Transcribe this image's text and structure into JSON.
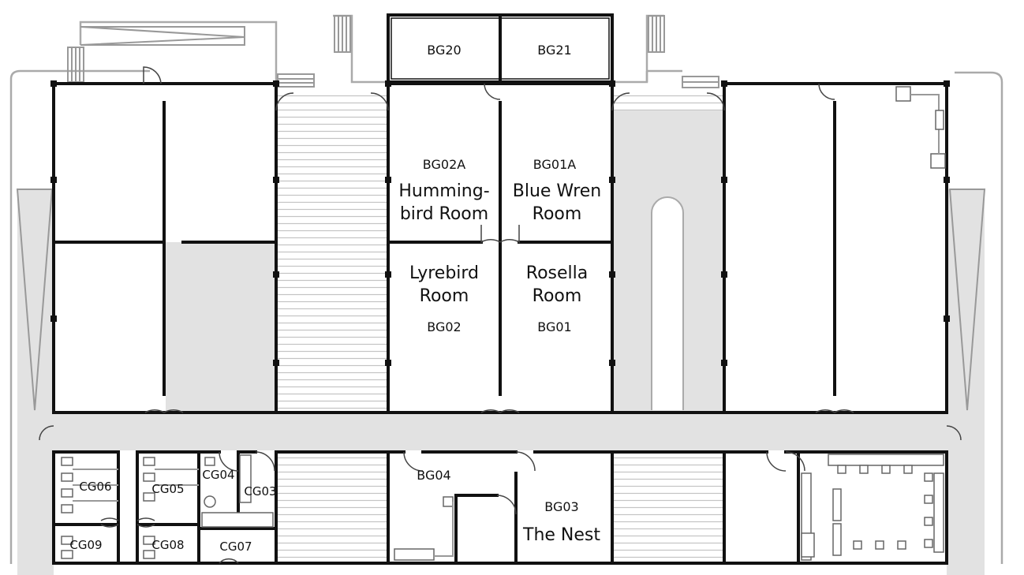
{
  "rooms": {
    "bg20": {
      "code": "BG20"
    },
    "bg21": {
      "code": "BG21"
    },
    "bg02a": {
      "code": "BG02A",
      "name_line1": "Humming-",
      "name_line2": "bird Room"
    },
    "bg01a": {
      "code": "BG01A",
      "name_line1": "Blue Wren",
      "name_line2": "Room"
    },
    "bg02": {
      "code": "BG02",
      "name_line1": "Lyrebird",
      "name_line2": "Room"
    },
    "bg01": {
      "code": "BG01",
      "name_line1": "Rosella",
      "name_line2": "Room"
    },
    "bg04": {
      "code": "BG04"
    },
    "bg03": {
      "code": "BG03",
      "name": "The Nest"
    },
    "cg06": {
      "code": "CG06"
    },
    "cg05": {
      "code": "CG05"
    },
    "cg04": {
      "code": "CG04"
    },
    "cg03": {
      "code": "CG03"
    },
    "cg09": {
      "code": "CG09"
    },
    "cg08": {
      "code": "CG08"
    },
    "cg07": {
      "code": "CG07"
    }
  },
  "colors": {
    "wall": "#111111",
    "outline": "#aaaaaa",
    "gravel": "#e2e2e2",
    "stair_lines": "#bbbbbb"
  }
}
